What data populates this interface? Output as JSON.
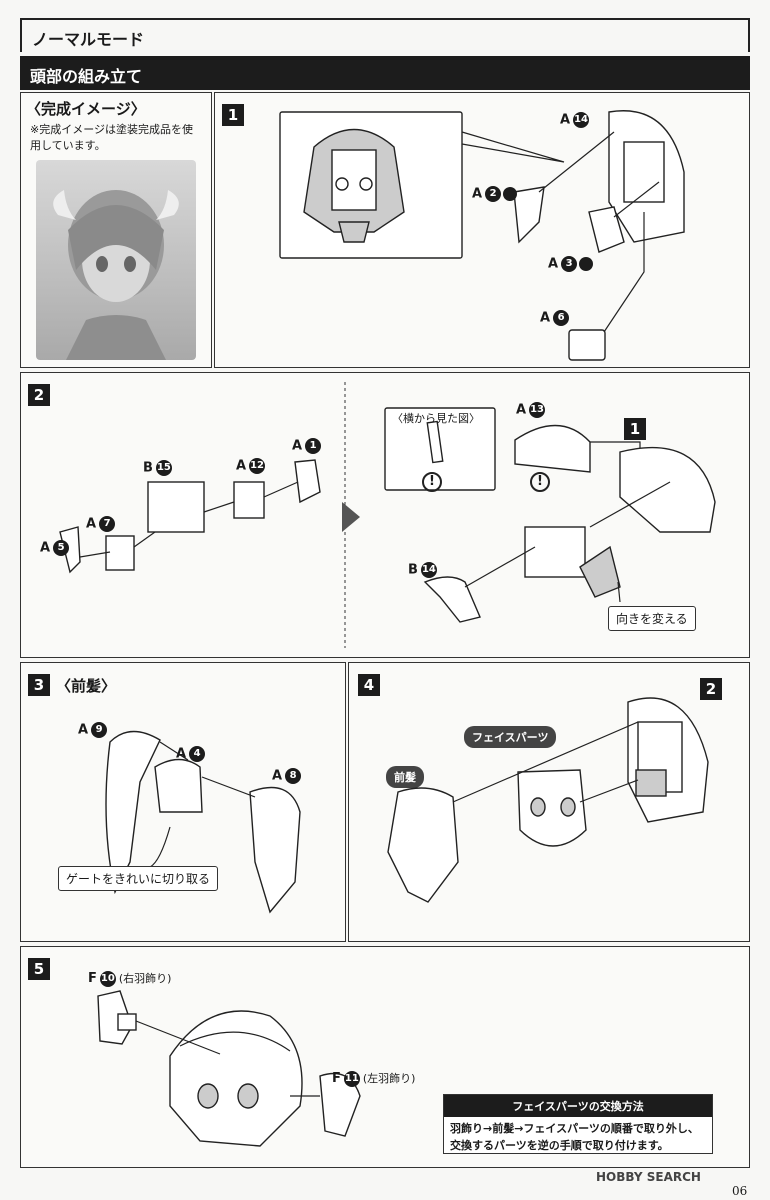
{
  "mode_title": "ノーマルモード",
  "section_title": "頭部の組み立て",
  "preview": {
    "title": "〈完成イメージ〉",
    "note": "※完成イメージは塗装完成品を使用しています。"
  },
  "step1": {
    "number": "1",
    "parts": [
      {
        "letter": "A",
        "num": "14",
        "gate": false
      },
      {
        "letter": "A",
        "num": "2",
        "gate": true
      },
      {
        "letter": "A",
        "num": "3",
        "gate": true
      },
      {
        "letter": "A",
        "num": "6",
        "gate": false
      }
    ]
  },
  "step2": {
    "number": "2",
    "left_parts": [
      {
        "letter": "B",
        "num": "15"
      },
      {
        "letter": "A",
        "num": "12"
      },
      {
        "letter": "A",
        "num": "1"
      },
      {
        "letter": "A",
        "num": "7"
      },
      {
        "letter": "A",
        "num": "5"
      }
    ],
    "side_view_label": "〈横から見た図〉",
    "warning_mark": "!",
    "right_parts": [
      {
        "letter": "A",
        "num": "13"
      },
      {
        "letter": "B",
        "num": "14"
      }
    ],
    "ref_step": "1",
    "callout": "向きを変える"
  },
  "step3": {
    "number": "3",
    "title": "〈前髪〉",
    "parts": [
      {
        "letter": "A",
        "num": "9"
      },
      {
        "letter": "A",
        "num": "4"
      },
      {
        "letter": "A",
        "num": "8"
      }
    ],
    "callout": "ゲートをきれいに切り取る"
  },
  "step4": {
    "number": "4",
    "ref_step": "2",
    "face_label": "フェイスパーツ",
    "bangs_label": "前髪"
  },
  "step5": {
    "number": "5",
    "parts": [
      {
        "letter": "F",
        "num": "10",
        "note": "(右羽飾り)"
      },
      {
        "letter": "F",
        "num": "11",
        "note": "(左羽飾り)"
      }
    ],
    "info_title": "フェイスパーツの交換方法",
    "info_body": "羽飾り→前髪→フェイスパーツの順番で取り外し、交換するパーツを逆の手順で取り付けます。"
  },
  "footer": {
    "logo": "HOBBY SEARCH",
    "page": "06"
  }
}
